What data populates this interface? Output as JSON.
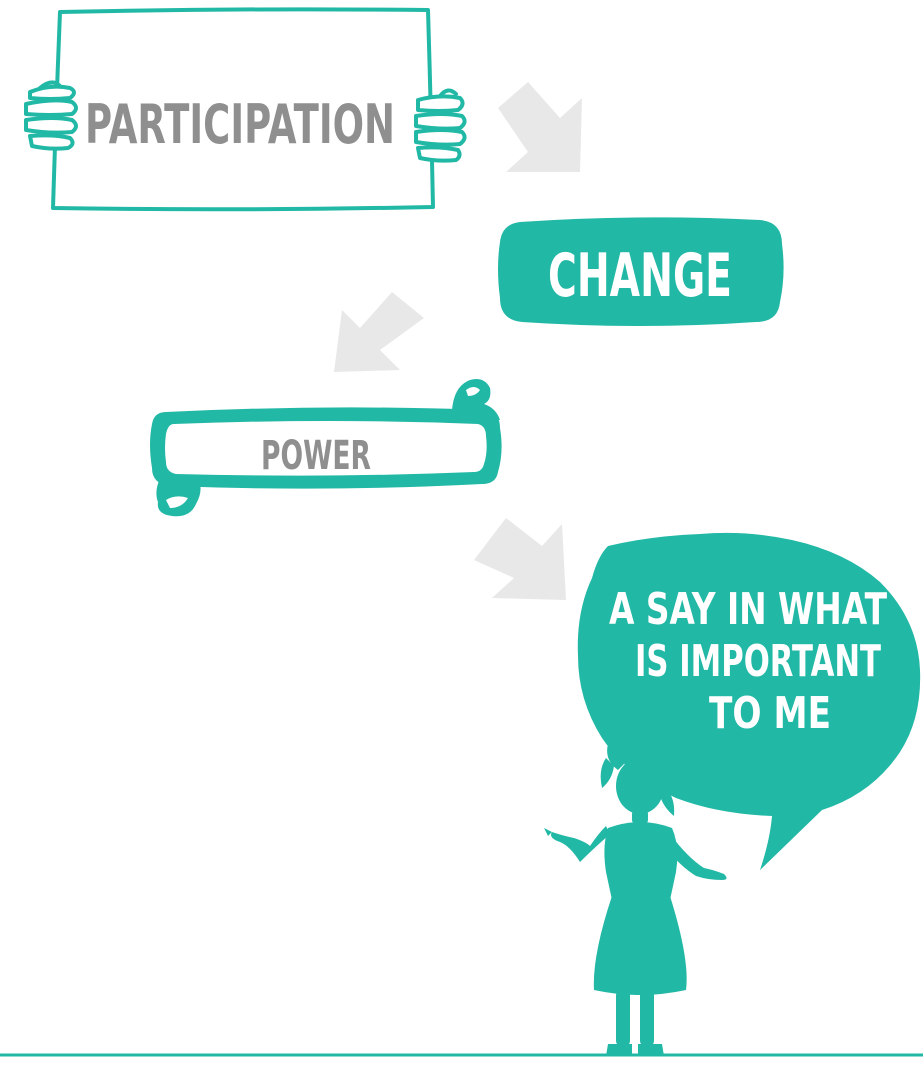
{
  "steps": {
    "participation": "PARTICIPATION",
    "change": "CHANGE",
    "power": "POWER"
  },
  "speech_bubble": {
    "lines": [
      "A SAY IN WHAT",
      "IS IMPORTANT",
      "TO ME"
    ]
  },
  "colors": {
    "teal": "#22b8a6",
    "arrow_gray": "#e8e8e8",
    "text_gray": "#8f8f8f",
    "white": "#ffffff"
  }
}
